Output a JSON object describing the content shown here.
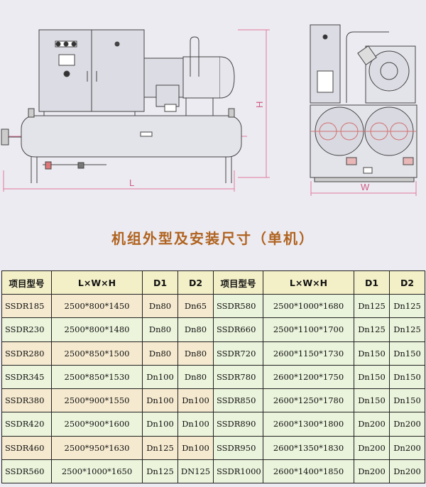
{
  "drawing": {
    "dimension_labels": {
      "length": "L",
      "width": "W",
      "height": "H"
    }
  },
  "title": "机组外型及安装尺寸（单机）",
  "table": {
    "headers": [
      "项目型号",
      "L×W×H",
      "D1",
      "D2",
      "项目型号",
      "L×W×H",
      "D1",
      "D2"
    ],
    "rows": [
      [
        "SSDR185",
        "2500*800*1450",
        "Dn80",
        "Dn65",
        "SSDR580",
        "2500*1000*1680",
        "Dn125",
        "Dn125"
      ],
      [
        "SSDR230",
        "2500*800*1480",
        "Dn80",
        "Dn80",
        "SSDR660",
        "2500*1100*1700",
        "Dn125",
        "Dn125"
      ],
      [
        "SSDR280",
        "2500*850*1500",
        "Dn80",
        "Dn80",
        "SSDR720",
        "2600*1150*1730",
        "Dn150",
        "Dn150"
      ],
      [
        "SSDR345",
        "2500*850*1530",
        "Dn100",
        "Dn80",
        "SSDR780",
        "2600*1200*1750",
        "Dn150",
        "Dn150"
      ],
      [
        "SSDR380",
        "2500*900*1550",
        "Dn100",
        "Dn100",
        "SSDR850",
        "2600*1250*1780",
        "Dn150",
        "Dn150"
      ],
      [
        "SSDR420",
        "2500*900*1600",
        "Dn100",
        "Dn100",
        "SSDR890",
        "2600*1300*1800",
        "Dn200",
        "Dn200"
      ],
      [
        "SSDR460",
        "2500*950*1630",
        "Dn125",
        "Dn100",
        "SSDR950",
        "2600*1350*1830",
        "Dn200",
        "Dn200"
      ],
      [
        "SSDR560",
        "2500*1000*1650",
        "Dn125",
        "DN125",
        "SSDR1000",
        "2600*1400*1850",
        "Dn200",
        "Dn200"
      ]
    ]
  }
}
